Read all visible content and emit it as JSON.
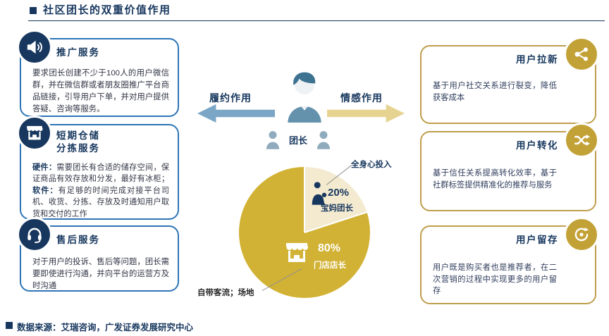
{
  "header": {
    "title": "社区团长的双重价值作用"
  },
  "colors": {
    "navy": "#17375e",
    "blue_border": "#2e75b6",
    "gold_border": "#bf9e4d",
    "gold_icon": "#c2a136",
    "arrow_blue": "#7ba6c6",
    "arrow_gold": "#e7d391",
    "pie_gold": "#d2b234",
    "pie_cream": "#f3ead0"
  },
  "left_boxes": [
    {
      "icon": "megaphone-icon",
      "title": "推广服务",
      "body": "要求团长创建不少于100人的用户微信群，并在微信群或者朋友圈推广平台商品链接，引导用户下单，并对用户提供答疑、咨询等服务。"
    },
    {
      "icon": "storefront-icon",
      "title_line1": "短期仓储",
      "title_line2": "分拣服务",
      "hardware_label": "硬件：",
      "hardware_text": "需要团长有合适的储存空间，保证商品有效存放和分发，最好有冰柜；",
      "software_label": "软件：",
      "software_text": "有足够的时间完成对接平台司机、收货、分拣、存放及时通知用户取货和交付的工作"
    },
    {
      "icon": "headset-icon",
      "title": "售后服务",
      "body": "对于用户的投诉、售后等问题，团长需要即使进行沟通，并向平台的运营方及时沟通"
    }
  ],
  "center": {
    "left_arrow_label": "履约作用",
    "right_arrow_label": "情感作用",
    "leader_label": "团长"
  },
  "pie": {
    "slice_20_pct": "20%",
    "slice_20_label": "宝妈团长",
    "slice_80_pct": "80%",
    "slice_80_label": "门店店长",
    "callout_top": "全身心投入",
    "callout_bottom": "自带客流；场地"
  },
  "right_boxes": [
    {
      "icon": "share-network-icon",
      "title": "用户拉新",
      "body": "基于用户社交关系进行裂变，降低获客成本"
    },
    {
      "icon": "shuffle-arrows-icon",
      "title": "用户转化",
      "body": "基于信任关系提高转化效率，基于社群标签提供精准化的推荐与服务"
    },
    {
      "icon": "retention-loop-icon",
      "title": "用户留存",
      "body": "用户既是购买者也是推荐者，在二次营销的过程中实现更多的用户留存"
    }
  ],
  "footer": {
    "source": "数据来源：艾瑞咨询，广发证券发展研究中心"
  },
  "chart_data": {
    "type": "pie",
    "labels": [
      "门店店长",
      "宝妈团长"
    ],
    "values": [
      80,
      20
    ],
    "colors": [
      "#d2b234",
      "#f3ead0"
    ],
    "annotations": [
      {
        "target": "宝妈团长",
        "text": "全身心投入"
      },
      {
        "target": "门店店长",
        "text": "自带客流；场地"
      }
    ],
    "legend_position": "none",
    "title": ""
  }
}
